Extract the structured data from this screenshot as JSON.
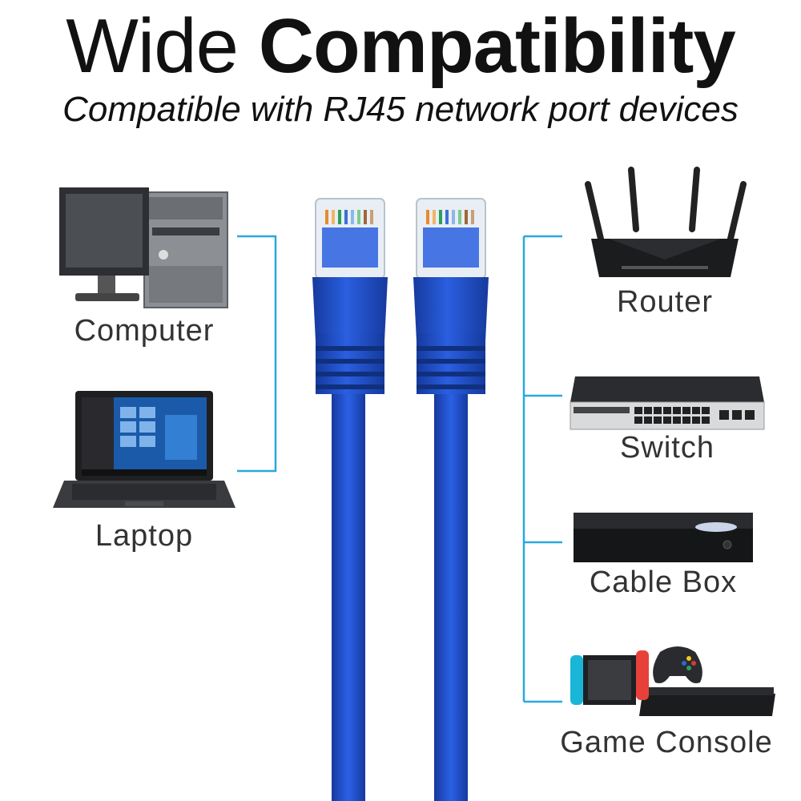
{
  "header": {
    "title_light": "Wide",
    "title_bold": "Compatibility",
    "subtitle": "Compatible with RJ45 network port devices"
  },
  "left_devices": [
    {
      "label": "Computer",
      "icon": "desktop-computer-icon"
    },
    {
      "label": "Laptop",
      "icon": "laptop-icon"
    }
  ],
  "right_devices": [
    {
      "label": "Router",
      "icon": "router-icon"
    },
    {
      "label": "Switch",
      "icon": "network-switch-icon"
    },
    {
      "label": "Cable Box",
      "icon": "cable-box-icon"
    },
    {
      "label": "Game Console",
      "icon": "game-console-icon"
    }
  ],
  "colors": {
    "connector_line": "#29a8e0",
    "cable_blue": "#1f4fd0",
    "cable_dark": "#163a9e"
  }
}
